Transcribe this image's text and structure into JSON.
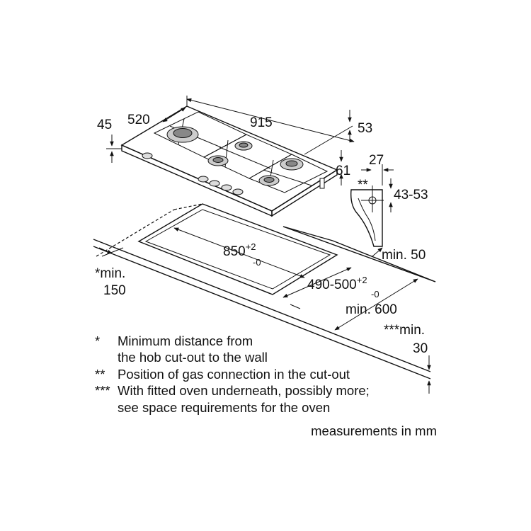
{
  "dimensions": {
    "hob_depth": "520",
    "hob_width": "915",
    "hob_height": "45",
    "gas_offset": "53",
    "connector_offset": "61",
    "connector_width": "27",
    "connector_height": "43-53",
    "double_star": "**",
    "edge_min": "min. 50",
    "cutout_width": "850",
    "cutout_width_tol_plus": "+2",
    "cutout_width_tol_minus": "-0",
    "cutout_depth": "490-500",
    "cutout_depth_tol_plus": "+2",
    "cutout_depth_tol_minus": "-0",
    "worktop_min": "min. 600",
    "wall_min_line1": "*min.",
    "wall_min_line2": "150",
    "oven_min_line1": "***min.",
    "oven_min_line2": "30"
  },
  "legend": [
    {
      "mark": "*",
      "lines": [
        "Minimum distance from",
        "the hob cut-out to the wall"
      ]
    },
    {
      "mark": "**",
      "lines": [
        "Position of gas connection in the cut-out"
      ]
    },
    {
      "mark": "***",
      "lines": [
        "With fitted oven underneath, possibly more;",
        "see space requirements for the oven"
      ]
    }
  ],
  "units": "measurements in mm"
}
